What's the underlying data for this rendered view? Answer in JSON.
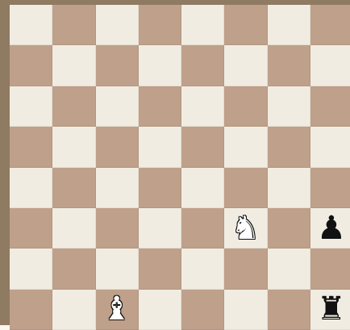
{
  "board": {
    "light_color": "#f1ece1",
    "dark_color": "#bfa08a",
    "border_color": "#8f7a62",
    "files": [
      "a",
      "b",
      "c",
      "d",
      "e",
      "f",
      "g",
      "h"
    ],
    "ranks": [
      8,
      7,
      6,
      5,
      4,
      3,
      2,
      1
    ],
    "pieces": [
      {
        "square": "f3",
        "type": "knight",
        "color": "white",
        "glyph": "♞"
      },
      {
        "square": "h3",
        "type": "pawn",
        "color": "black",
        "glyph": "♟"
      },
      {
        "square": "c1",
        "type": "bishop",
        "color": "white",
        "glyph": "♝"
      },
      {
        "square": "h1",
        "type": "rook",
        "color": "black",
        "glyph": "♜"
      }
    ]
  }
}
